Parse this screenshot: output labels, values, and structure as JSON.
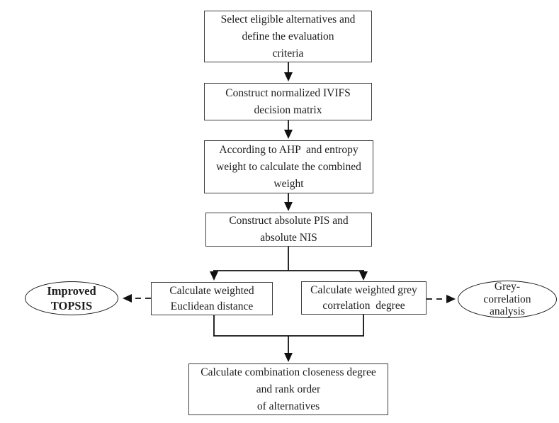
{
  "diagram": {
    "type": "flowchart",
    "colors": {
      "background": "#ffffff",
      "box_border": "#3f3f3f",
      "line": "#111111",
      "text": "#1c1c1c"
    },
    "nodes": [
      {
        "id": "select-alternatives",
        "shape": "rect",
        "label": "Select eligible alternatives and\ndefine the evaluation\ncriteria"
      },
      {
        "id": "normalized-matrix",
        "shape": "rect",
        "label": "Construct normalized IVIFS\ndecision matrix"
      },
      {
        "id": "combined-weight",
        "shape": "rect",
        "label": "According to AHP  and entropy\nweight to calculate the combined\nweight"
      },
      {
        "id": "absolute-pis-nis",
        "shape": "rect",
        "label": "Construct absolute PIS and\nabsolute NIS"
      },
      {
        "id": "euclidean-distance",
        "shape": "rect",
        "label": "Calculate weighted\nEuclidean distance"
      },
      {
        "id": "grey-correlation",
        "shape": "rect",
        "label": "Calculate weighted grey\ncorrelation  degree"
      },
      {
        "id": "closeness-degree",
        "shape": "rect",
        "label": "Calculate combination closeness degree\nand rank order\nof alternatives"
      },
      {
        "id": "improved-topsis",
        "shape": "ellipse",
        "label": "Improved\nTOPSIS"
      },
      {
        "id": "grey-analysis",
        "shape": "ellipse",
        "label": "Grey-\ncorrelation\nanalysis"
      }
    ],
    "edges": [
      {
        "from": "select-alternatives",
        "to": "normalized-matrix",
        "style": "solid-arrow"
      },
      {
        "from": "normalized-matrix",
        "to": "combined-weight",
        "style": "solid-arrow"
      },
      {
        "from": "combined-weight",
        "to": "absolute-pis-nis",
        "style": "solid-arrow"
      },
      {
        "from": "absolute-pis-nis",
        "to": "euclidean-distance",
        "style": "solid-arrow-branch"
      },
      {
        "from": "absolute-pis-nis",
        "to": "grey-correlation",
        "style": "solid-arrow-branch"
      },
      {
        "from": "euclidean-distance",
        "to": "closeness-degree",
        "style": "solid-arrow-merge"
      },
      {
        "from": "grey-correlation",
        "to": "closeness-degree",
        "style": "solid-arrow-merge"
      },
      {
        "from": "euclidean-distance",
        "to": "improved-topsis",
        "style": "dashed-arrow"
      },
      {
        "from": "grey-correlation",
        "to": "grey-analysis",
        "style": "dashed-arrow"
      }
    ]
  }
}
